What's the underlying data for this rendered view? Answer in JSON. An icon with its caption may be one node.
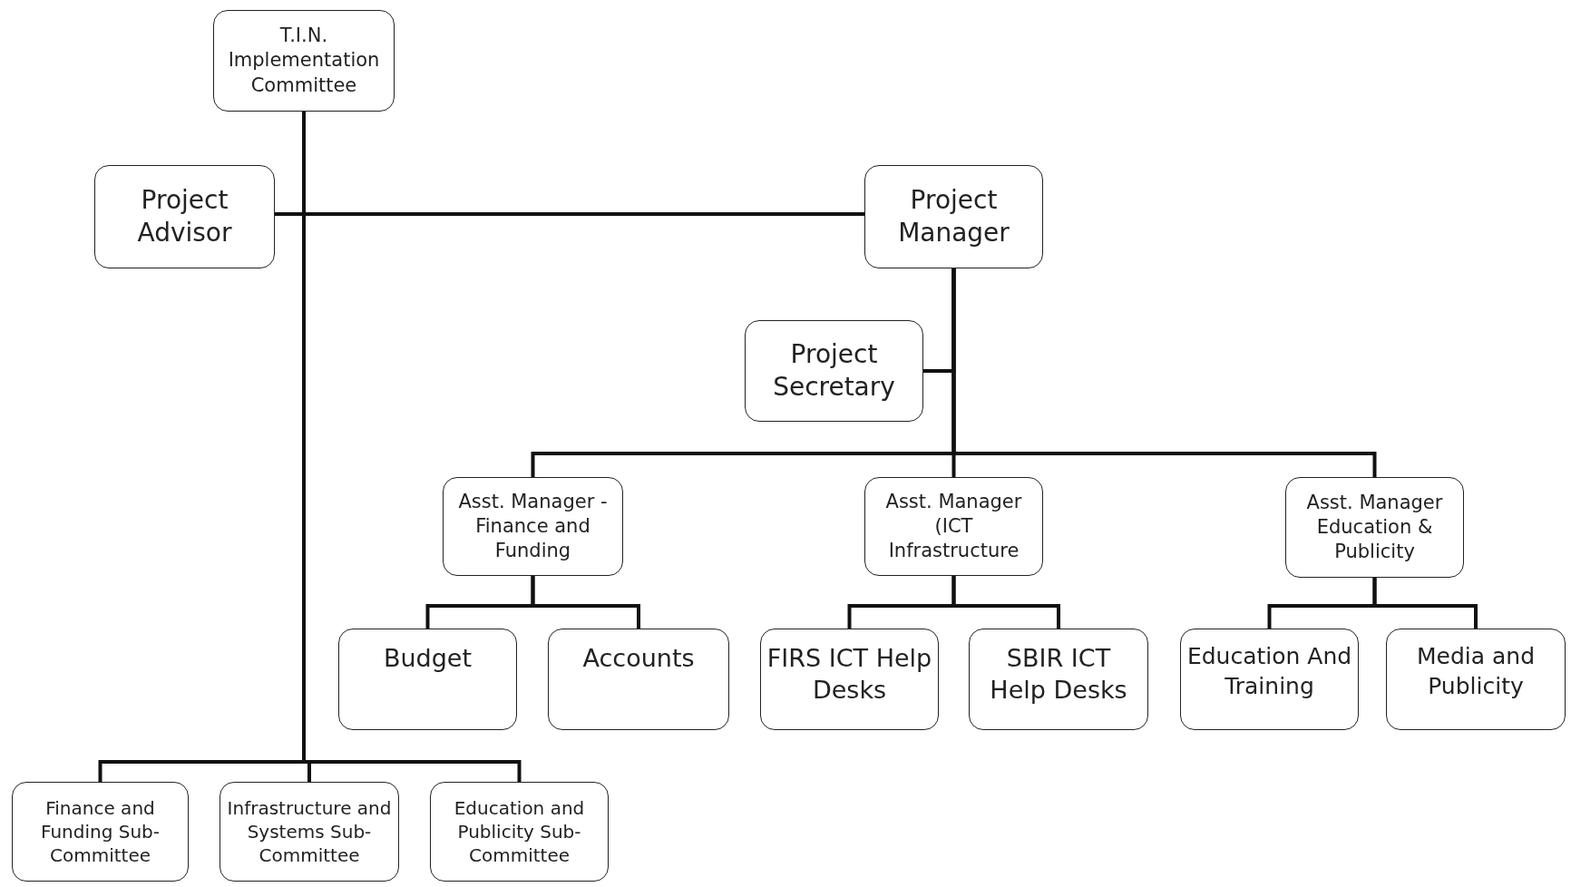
{
  "diagram": {
    "nodes": [
      {
        "text": [
          "T.I.N. Implementation Committee"
        ]
      },
      {
        "text": [
          "Project Advisor"
        ]
      },
      {
        "text": [
          "Project Manager"
        ]
      },
      {
        "text": [
          "Project Secretary"
        ]
      },
      {
        "text": [
          "Asst. Manager -Finance and Funding"
        ]
      },
      {
        "text": [
          "Asst. Manager (ICT Infrastructure"
        ]
      },
      {
        "text": [
          "Asst. Manager Education & Publicity"
        ]
      },
      {
        "text": [
          "Budget"
        ]
      },
      {
        "text": [
          "Accounts"
        ]
      },
      {
        "text": [
          "FIRS ICT Help Desks"
        ]
      },
      {
        "text": [
          "SBIR ICT Help Desks"
        ]
      },
      {
        "text": [
          "Education And Training"
        ]
      },
      {
        "text": [
          "Media and Publicity"
        ]
      },
      {
        "text": [
          "Finance and Funding Sub-Committee"
        ]
      },
      {
        "text": [
          "Infrastructure and Systems Sub-Committee"
        ]
      },
      {
        "text": [
          "Education and Publicity Sub-Committee"
        ]
      }
    ],
    "edges": [
      {
        "from": 0,
        "to": 1,
        "arrow": "none"
      },
      {
        "from": 0,
        "to": 2,
        "arrow": "none"
      },
      {
        "from": 0,
        "to": 13,
        "arrow": "none"
      },
      {
        "from": 0,
        "to": 14,
        "arrow": "none"
      },
      {
        "from": 0,
        "to": 15,
        "arrow": "none"
      },
      {
        "from": 2,
        "to": 3,
        "arrow": "none"
      },
      {
        "from": 2,
        "to": 4,
        "arrow": "none"
      },
      {
        "from": 2,
        "to": 5,
        "arrow": "none"
      },
      {
        "from": 2,
        "to": 6,
        "arrow": "none"
      },
      {
        "from": 4,
        "to": 7,
        "arrow": "none"
      },
      {
        "from": 4,
        "to": 8,
        "arrow": "none"
      },
      {
        "from": 5,
        "to": 9,
        "arrow": "none"
      },
      {
        "from": 5,
        "to": 10,
        "arrow": "none"
      },
      {
        "from": 6,
        "to": 11,
        "arrow": "none"
      },
      {
        "from": 6,
        "to": 12,
        "arrow": "none"
      }
    ]
  }
}
